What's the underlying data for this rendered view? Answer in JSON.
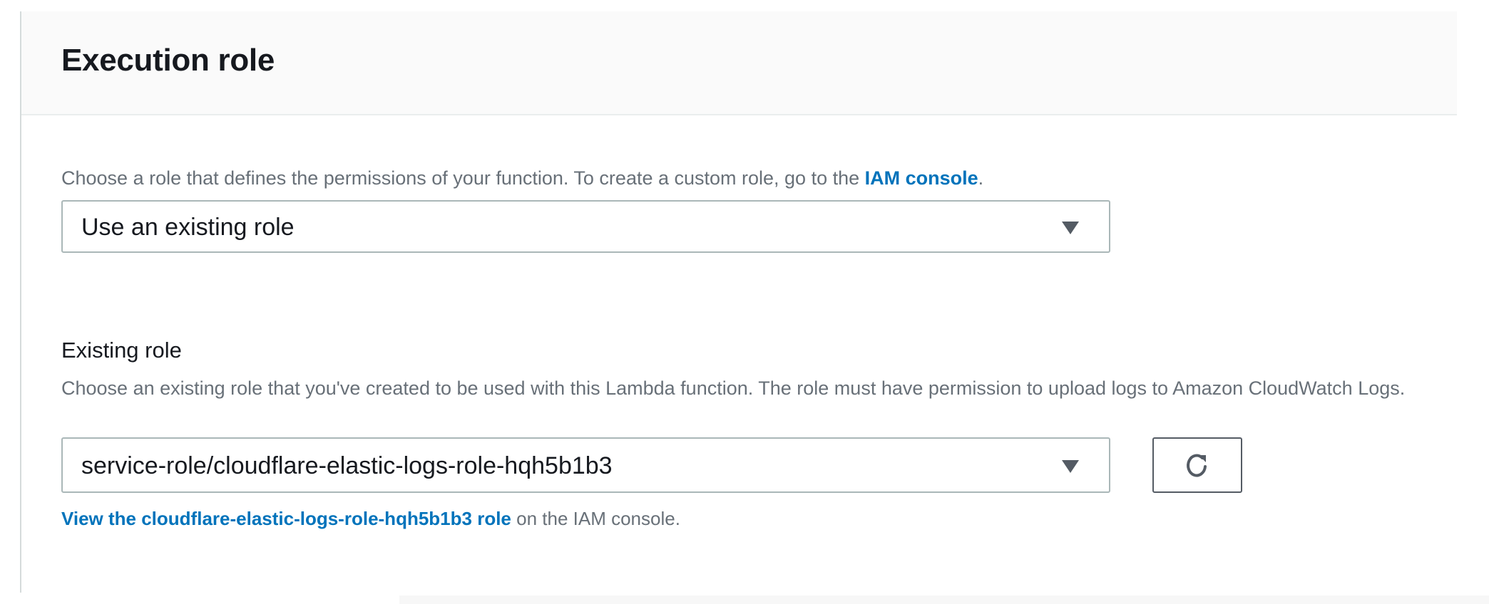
{
  "panel": {
    "title": "Execution role"
  },
  "role_type": {
    "description_prefix": "Choose a role that defines the permissions of your function. To create a custom role, go to the ",
    "description_link": "IAM console",
    "description_suffix": ".",
    "selected": "Use an existing role"
  },
  "existing_role": {
    "label": "Existing role",
    "description": "Choose an existing role that you've created to be used with this Lambda function. The role must have permission to upload logs to Amazon CloudWatch Logs.",
    "selected": "service-role/cloudflare-elastic-logs-role-hqh5b1b3",
    "refresh_icon": "refresh-icon",
    "view_link": "View the cloudflare-elastic-logs-role-hqh5b1b3 role",
    "view_suffix": " on the IAM console."
  },
  "colors": {
    "link": "#0073bb",
    "text": "#16191f",
    "secondary_text": "#687078",
    "header_bg": "#fafafa",
    "input_border": "#aab7b8"
  }
}
